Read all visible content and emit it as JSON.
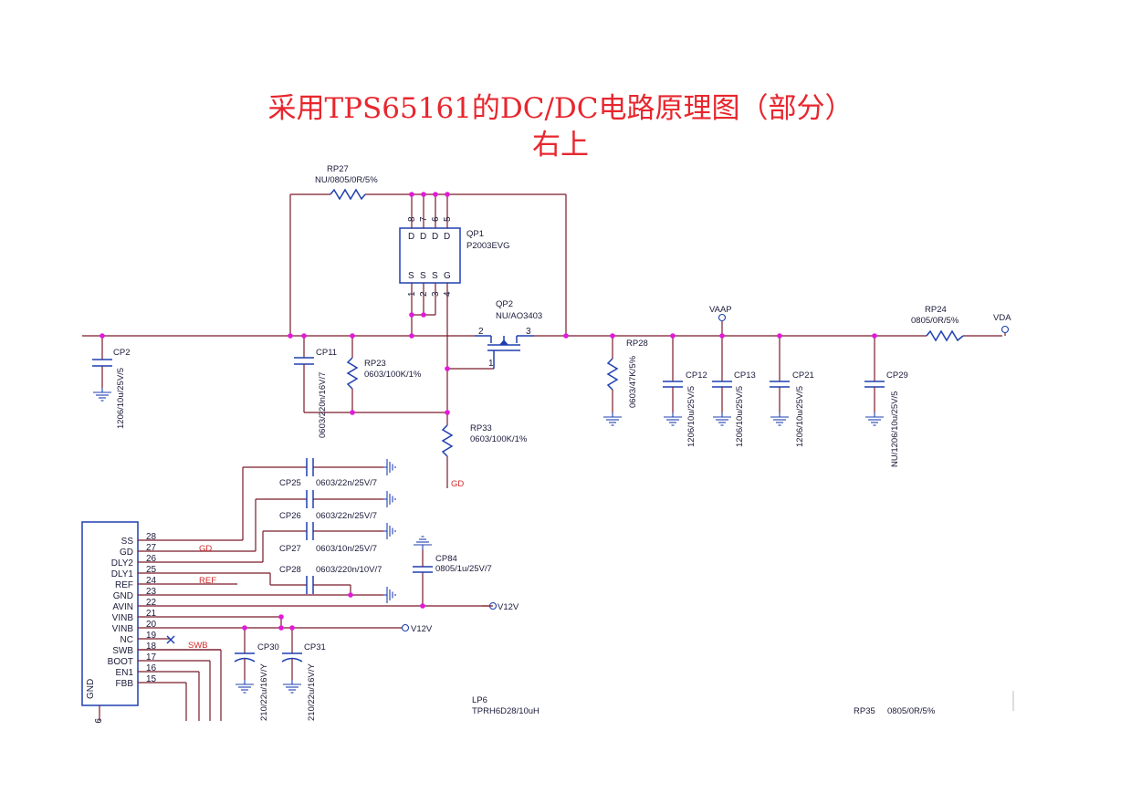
{
  "title": {
    "line1": "采用TPS65161的DC/DC电路原理图（部分）",
    "line2": "右上"
  },
  "parts": {
    "rp27": {
      "ref": "RP27",
      "value": "NU/0805/0R/5%"
    },
    "qp1": {
      "ref": "QP1",
      "value": "P2003EVG",
      "pins_top": [
        "8",
        "7",
        "6",
        "5"
      ],
      "pins_bottom": [
        "1",
        "2",
        "3",
        "4"
      ],
      "top_letters": [
        "D",
        "D",
        "D",
        "D"
      ],
      "bottom_letters": [
        "S",
        "S",
        "S",
        "G"
      ]
    },
    "qp2": {
      "ref": "QP2",
      "value": "NU/AO3403",
      "pin_left": "2",
      "pin_right": "3",
      "pin_gate": "1"
    },
    "cp2": {
      "ref": "CP2",
      "value": "1206/10u/25V/5"
    },
    "cp11": {
      "ref": "CP11",
      "value": "0603/220n/16V/7"
    },
    "rp23": {
      "ref": "RP23",
      "value": "0603/100K/1%"
    },
    "rp33": {
      "ref": "RP33",
      "value": "0603/100K/1%"
    },
    "rp28": {
      "ref": "RP28",
      "value": "0603/47K/5%"
    },
    "cp12": {
      "ref": "CP12",
      "value": "1206/10u/25V/5"
    },
    "cp13": {
      "ref": "CP13",
      "value": "1206/10u/25V/5"
    },
    "cp21": {
      "ref": "CP21",
      "value": "1206/10u/25V/5"
    },
    "cp29": {
      "ref": "CP29",
      "value": "NU/1206/10u/25V/5"
    },
    "rp24": {
      "ref": "RP24",
      "value": "0805/0R/5%"
    },
    "cp25": {
      "ref": "CP25",
      "value": "0603/22n/25V/7"
    },
    "cp26": {
      "ref": "CP26",
      "value": "0603/22n/25V/7"
    },
    "cp27": {
      "ref": "CP27",
      "value": "0603/10n/25V/7"
    },
    "cp28": {
      "ref": "CP28",
      "value": "0603/220n/10V/7"
    },
    "cp84": {
      "ref": "CP84",
      "value": "0805/1u/25V/7"
    },
    "cp30": {
      "ref": "CP30",
      "value": "210/22u/16V/Y"
    },
    "cp31": {
      "ref": "CP31",
      "value": "210/22u/16V/Y"
    },
    "lp6": {
      "ref": "LP6",
      "value": "TPRH6D28/10uH"
    },
    "rp35": {
      "ref": "RP35",
      "value": "0805/0R/5%"
    }
  },
  "nets": {
    "vaap": "VAAP",
    "vda": "VDA",
    "gd": "GD",
    "ref": "REF",
    "swb": "SWB",
    "v12v_a": "V12V",
    "v12v_b": "V12V"
  },
  "ic": {
    "pins": [
      {
        "name": "SS",
        "num": "28"
      },
      {
        "name": "GD",
        "num": "27"
      },
      {
        "name": "DLY2",
        "num": "26"
      },
      {
        "name": "DLY1",
        "num": "25"
      },
      {
        "name": "REF",
        "num": "24"
      },
      {
        "name": "GND",
        "num": "23"
      },
      {
        "name": "AVIN",
        "num": "22"
      },
      {
        "name": "VINB",
        "num": "21"
      },
      {
        "name": "VINB",
        "num": "20"
      },
      {
        "name": "NC",
        "num": "19"
      },
      {
        "name": "SWB",
        "num": "18"
      },
      {
        "name": "BOOT",
        "num": "17"
      },
      {
        "name": "EN1",
        "num": "16"
      },
      {
        "name": "FBB",
        "num": "15"
      }
    ],
    "side_label": "GND",
    "bottom_pin": "9"
  },
  "colors": {
    "title": "#e8262e",
    "wire": "#7a1a2a",
    "part": "#1f3fb0",
    "junction": "#e21ad8",
    "net_label": "#d42a2a"
  }
}
